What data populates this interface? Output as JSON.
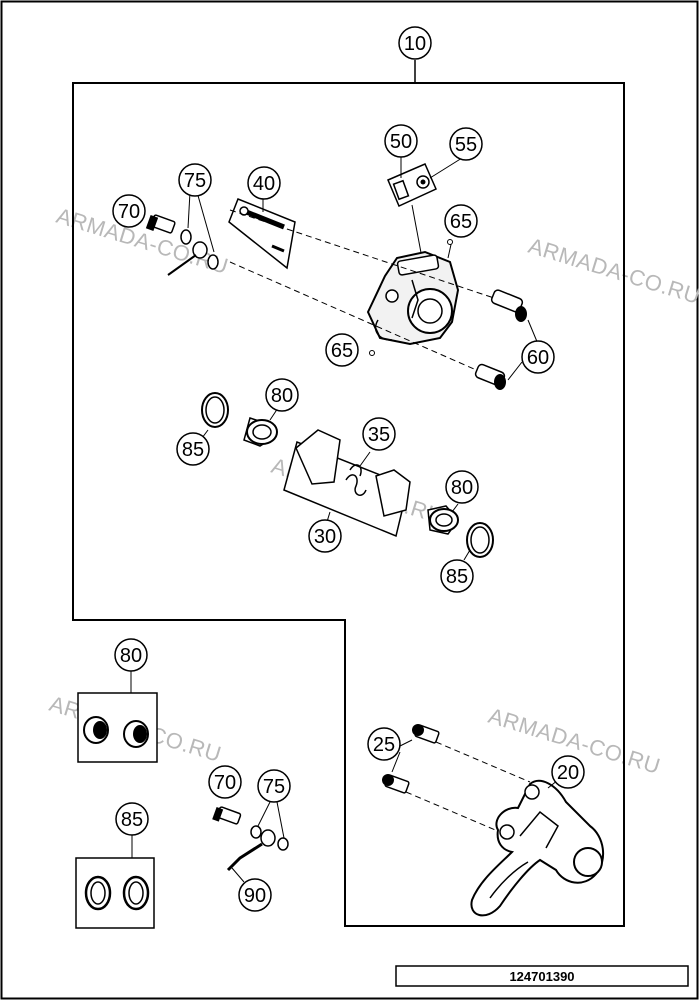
{
  "diagram": {
    "drawing_number": "124701390",
    "watermark_text": "ARMADA-CO.RU",
    "callouts": [
      {
        "id": "c10",
        "label": "10"
      },
      {
        "id": "c50",
        "label": "50"
      },
      {
        "id": "c55",
        "label": "55"
      },
      {
        "id": "c75a",
        "label": "75"
      },
      {
        "id": "c40",
        "label": "40"
      },
      {
        "id": "c70a",
        "label": "70"
      },
      {
        "id": "c65a",
        "label": "65"
      },
      {
        "id": "c65b",
        "label": "65"
      },
      {
        "id": "c60",
        "label": "60"
      },
      {
        "id": "c80a",
        "label": "80"
      },
      {
        "id": "c85a",
        "label": "85"
      },
      {
        "id": "c35",
        "label": "35"
      },
      {
        "id": "c80b",
        "label": "80"
      },
      {
        "id": "c30",
        "label": "30"
      },
      {
        "id": "c85b",
        "label": "85"
      },
      {
        "id": "c80c",
        "label": "80"
      },
      {
        "id": "c25",
        "label": "25"
      },
      {
        "id": "c20",
        "label": "20"
      },
      {
        "id": "c70b",
        "label": "70"
      },
      {
        "id": "c75b",
        "label": "75"
      },
      {
        "id": "c85c",
        "label": "85"
      },
      {
        "id": "c90",
        "label": "90"
      }
    ]
  }
}
